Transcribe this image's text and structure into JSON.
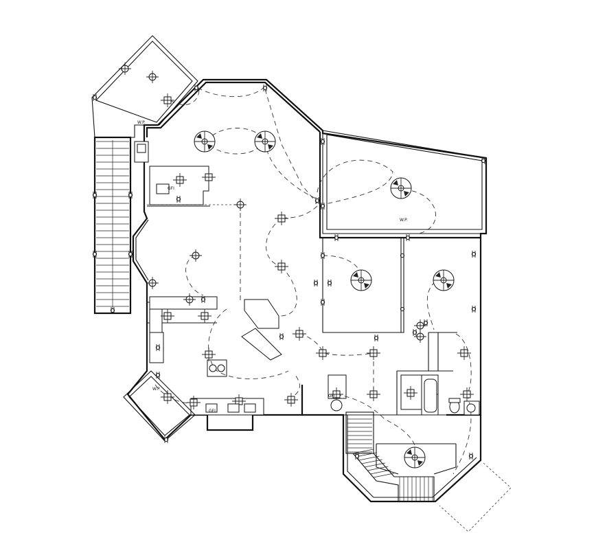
{
  "labels": {
    "wp_top_left": "W.P.",
    "gfi_upper": "GFI",
    "wp_right": "W.P.",
    "gfi_center": "GFI",
    "wp_bottom_left": "W.P.",
    "gfi_bottom": "GFI"
  },
  "symbols": {
    "ceiling_fan": "ceiling-fan-icon",
    "ceiling_light": "ceiling-light-icon",
    "wall_light": "wall-light-icon",
    "outlet": "outlet-icon"
  }
}
